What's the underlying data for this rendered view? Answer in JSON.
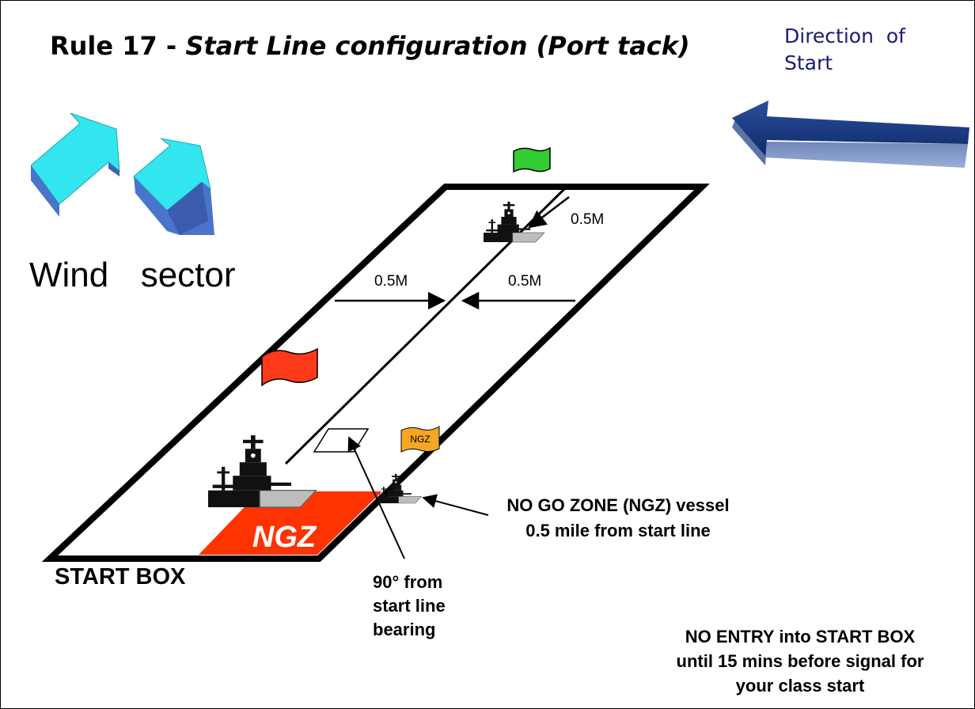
{
  "title": {
    "main": "Rule 17 -",
    "subtitle": "Start Line configuration (Port tack)"
  },
  "direction_of_start": {
    "line1": "Direction  of",
    "line2": "Start"
  },
  "wind_sector": "Wind  sector",
  "distances": {
    "committee_to_line": "0.5M",
    "left_half": "0.5M",
    "right_half": "0.5M"
  },
  "start_box_label": "START BOX",
  "ngz_zone_label": "NGZ",
  "ngz_flag_label": "NGZ",
  "ngz_vessel": {
    "line1": "NO GO ZONE (NGZ) vessel",
    "line2": "0.5 mile from start line"
  },
  "bearing_note": {
    "line1": "90° from",
    "line2": "start line",
    "line3": "bearing"
  },
  "no_entry_note": {
    "line1": "NO ENTRY into START BOX",
    "line2": "until 15 mins before signal for",
    "line3": "your class start"
  },
  "colors": {
    "ngz_zone": "#ff3300",
    "red_flag": "#ff3a1a",
    "green_flag": "#33cc33",
    "ngz_flag": "#f5a623",
    "wind_arrow_top": "#33e5ee",
    "wind_arrow_side": "#4a74cc",
    "direction_arrow": "#1f3f86",
    "direction_text": "#1a1a7a"
  },
  "icons": [
    "wind-arrow-icon",
    "direction-arrow-icon",
    "ship-icon",
    "flag-icon"
  ]
}
